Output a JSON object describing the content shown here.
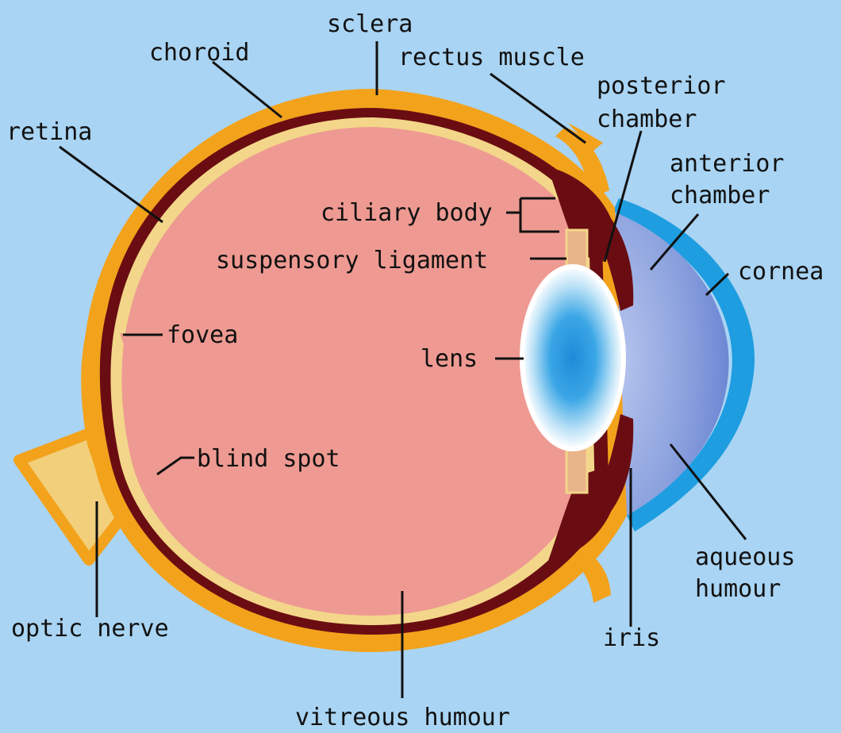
{
  "colors": {
    "background": "#a9d4f3",
    "sclera": "#f3a21c",
    "choroid": "#6a0d12",
    "retina": "#f3d68a",
    "vitreous": "#ee9a92",
    "lens_center": "#1f8ad8",
    "lens_edge": "#ffffff",
    "aqueous": "#8fa9e0",
    "cornea": "#1e9de0",
    "optic_nerve": "#f2cf7a"
  },
  "labels": {
    "sclera": "sclera",
    "choroid": "choroid",
    "rectus_muscle": "rectus muscle",
    "posterior_chamber_1": "posterior",
    "posterior_chamber_2": "chamber",
    "retina": "retina",
    "anterior_chamber_1": "anterior",
    "anterior_chamber_2": "chamber",
    "ciliary_body": "ciliary body",
    "suspensory_ligament": "suspensory ligament",
    "cornea": "cornea",
    "fovea": "fovea",
    "lens": "lens",
    "blind_spot": "blind spot",
    "aqueous_humour_1": "aqueous",
    "aqueous_humour_2": "humour",
    "optic_nerve": "optic nerve",
    "iris": "iris",
    "vitreous_humour": "vitreous humour"
  }
}
